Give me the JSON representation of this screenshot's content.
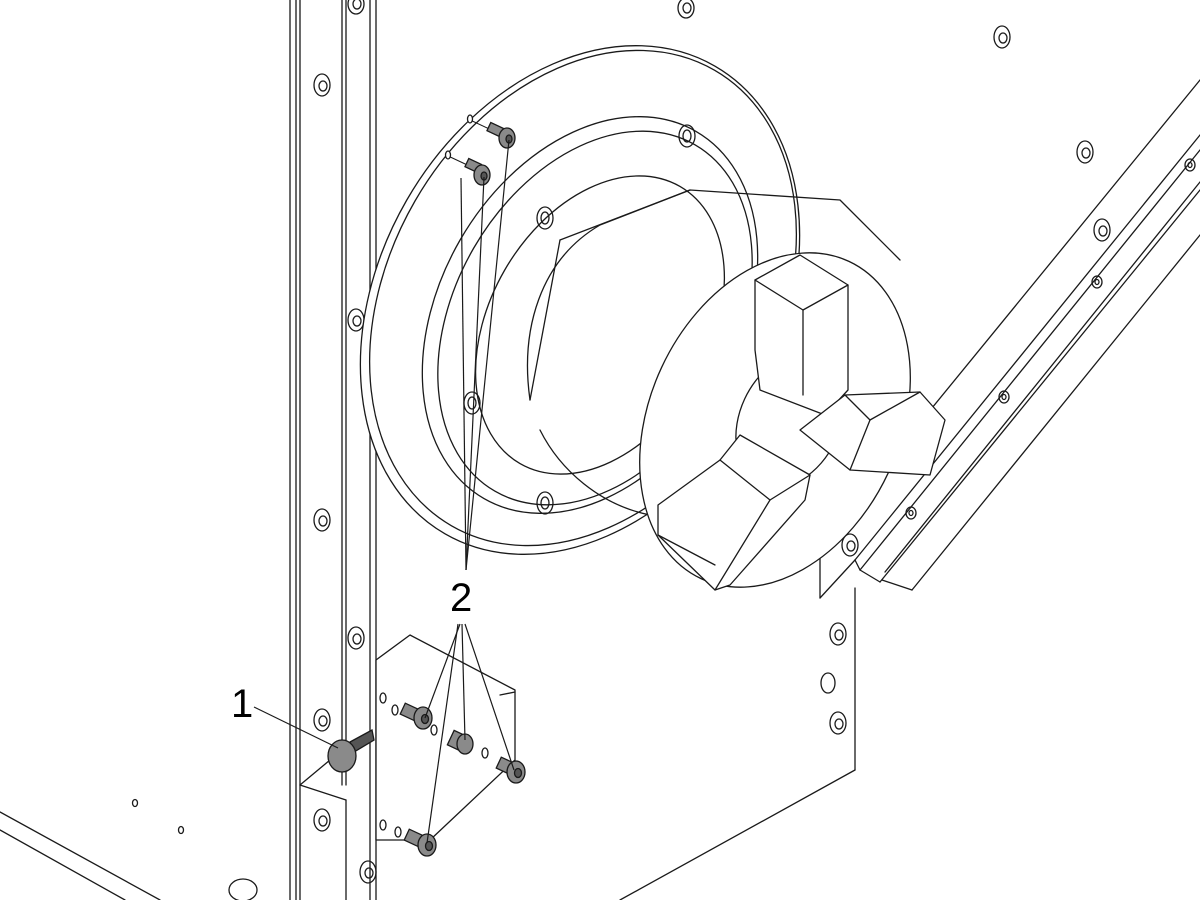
{
  "diagram": {
    "callouts": [
      {
        "id": "1",
        "label": "1"
      },
      {
        "id": "2",
        "label": "2"
      }
    ],
    "colors": {
      "line": "#1a1a1a",
      "fill": "#ffffff",
      "hardware_fill": "#8a8a8a",
      "background": "#ffffff"
    }
  }
}
